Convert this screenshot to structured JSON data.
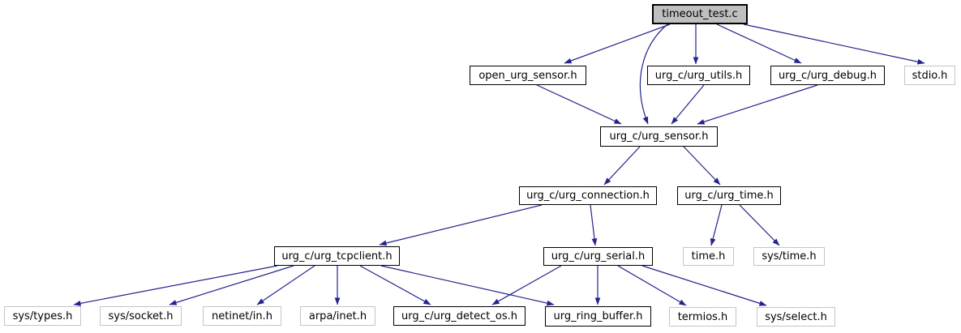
{
  "diagram": {
    "type": "include-dependency-graph",
    "background_color": "#ffffff",
    "edge_color": "#23238c",
    "focus_node_fill": "#bfbfbf",
    "documented_node_border": "#000000",
    "external_node_border": "#c5c5c5",
    "nodes": [
      {
        "id": "timeout_test_c",
        "label": "timeout_test.c",
        "kind": "focus"
      },
      {
        "id": "open_urg_sensor_h",
        "label": "open_urg_sensor.h",
        "kind": "documented"
      },
      {
        "id": "urg_utils_h",
        "label": "urg_c/urg_utils.h",
        "kind": "documented"
      },
      {
        "id": "urg_debug_h",
        "label": "urg_c/urg_debug.h",
        "kind": "documented"
      },
      {
        "id": "stdio_h",
        "label": "stdio.h",
        "kind": "external"
      },
      {
        "id": "urg_sensor_h",
        "label": "urg_c/urg_sensor.h",
        "kind": "documented"
      },
      {
        "id": "urg_connection_h",
        "label": "urg_c/urg_connection.h",
        "kind": "documented"
      },
      {
        "id": "urg_time_h",
        "label": "urg_c/urg_time.h",
        "kind": "documented"
      },
      {
        "id": "urg_tcpclient_h",
        "label": "urg_c/urg_tcpclient.h",
        "kind": "documented"
      },
      {
        "id": "urg_serial_h",
        "label": "urg_c/urg_serial.h",
        "kind": "documented"
      },
      {
        "id": "time_h",
        "label": "time.h",
        "kind": "external"
      },
      {
        "id": "sys_time_h",
        "label": "sys/time.h",
        "kind": "external"
      },
      {
        "id": "sys_types_h",
        "label": "sys/types.h",
        "kind": "external"
      },
      {
        "id": "sys_socket_h",
        "label": "sys/socket.h",
        "kind": "external"
      },
      {
        "id": "netinet_in_h",
        "label": "netinet/in.h",
        "kind": "external"
      },
      {
        "id": "arpa_inet_h",
        "label": "arpa/inet.h",
        "kind": "external"
      },
      {
        "id": "urg_detect_os_h",
        "label": "urg_c/urg_detect_os.h",
        "kind": "documented"
      },
      {
        "id": "urg_ring_buffer_h",
        "label": "urg_ring_buffer.h",
        "kind": "documented"
      },
      {
        "id": "termios_h",
        "label": "termios.h",
        "kind": "external"
      },
      {
        "id": "sys_select_h",
        "label": "sys/select.h",
        "kind": "external"
      }
    ],
    "edges": [
      {
        "from": "timeout_test.c",
        "to": "open_urg_sensor.h"
      },
      {
        "from": "timeout_test.c",
        "to": "urg_c/urg_utils.h"
      },
      {
        "from": "timeout_test.c",
        "to": "urg_c/urg_debug.h"
      },
      {
        "from": "timeout_test.c",
        "to": "stdio.h"
      },
      {
        "from": "timeout_test.c",
        "to": "urg_c/urg_sensor.h"
      },
      {
        "from": "open_urg_sensor.h",
        "to": "urg_c/urg_sensor.h"
      },
      {
        "from": "urg_c/urg_utils.h",
        "to": "urg_c/urg_sensor.h"
      },
      {
        "from": "urg_c/urg_debug.h",
        "to": "urg_c/urg_sensor.h"
      },
      {
        "from": "urg_c/urg_sensor.h",
        "to": "urg_c/urg_connection.h"
      },
      {
        "from": "urg_c/urg_sensor.h",
        "to": "urg_c/urg_time.h"
      },
      {
        "from": "urg_c/urg_connection.h",
        "to": "urg_c/urg_tcpclient.h"
      },
      {
        "from": "urg_c/urg_connection.h",
        "to": "urg_c/urg_serial.h"
      },
      {
        "from": "urg_c/urg_time.h",
        "to": "time.h"
      },
      {
        "from": "urg_c/urg_time.h",
        "to": "sys/time.h"
      },
      {
        "from": "urg_c/urg_tcpclient.h",
        "to": "sys/types.h"
      },
      {
        "from": "urg_c/urg_tcpclient.h",
        "to": "sys/socket.h"
      },
      {
        "from": "urg_c/urg_tcpclient.h",
        "to": "netinet/in.h"
      },
      {
        "from": "urg_c/urg_tcpclient.h",
        "to": "arpa/inet.h"
      },
      {
        "from": "urg_c/urg_tcpclient.h",
        "to": "urg_c/urg_detect_os.h"
      },
      {
        "from": "urg_c/urg_tcpclient.h",
        "to": "urg_ring_buffer.h"
      },
      {
        "from": "urg_c/urg_serial.h",
        "to": "urg_c/urg_detect_os.h"
      },
      {
        "from": "urg_c/urg_serial.h",
        "to": "urg_ring_buffer.h"
      },
      {
        "from": "urg_c/urg_serial.h",
        "to": "termios.h"
      },
      {
        "from": "urg_c/urg_serial.h",
        "to": "sys/select.h"
      }
    ]
  }
}
